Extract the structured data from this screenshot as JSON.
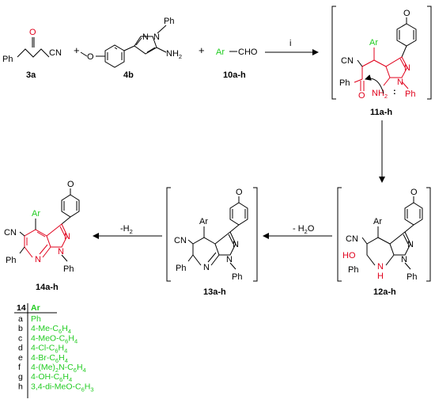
{
  "compounds": {
    "c3a": {
      "label": "3a",
      "Ph": "Ph",
      "O": "O",
      "CN": "CN"
    },
    "c4b": {
      "label": "4b",
      "Ph": "Ph",
      "N": "N",
      "NH2": "NH",
      "NH2_sub": "2",
      "O": "O"
    },
    "c10": {
      "label": "10a-h",
      "Ar": "Ar",
      "CHO": "CHO",
      "dash": "—"
    },
    "c11": {
      "label": "11a-h",
      "Ar": "Ar",
      "CN": "CN",
      "Ph": "Ph",
      "O": "O",
      "NH2": "H",
      "NH2_sub": "2",
      "NH2_N": "N",
      "N1": "N",
      "N2": "N",
      "Ph2": "Ph",
      "OMe": "O",
      "colon": ":"
    },
    "c12": {
      "label": "12a-h",
      "Ar": "Ar",
      "CN": "CN",
      "HO": "HO",
      "Ph": "Ph",
      "NH": "N",
      "H": "H",
      "N1": "N",
      "N2": "N",
      "Ph2": "Ph",
      "OMe": "O"
    },
    "c13": {
      "label": "13a-h",
      "Ar": "Ar",
      "CN": "CN",
      "Ph": "Ph",
      "N": "N",
      "N1": "N",
      "N2": "N",
      "Ph2": "Ph",
      "OMe": "O"
    },
    "c14": {
      "label": "14a-h",
      "Ar": "Ar",
      "CN": "CN",
      "Ph": "Ph",
      "N": "N",
      "N1": "N",
      "N2": "N",
      "Ph2": "Ph",
      "OMe": "O"
    }
  },
  "plus": "+",
  "reagents": {
    "step1": "i",
    "step2": "- H",
    "step2_sub": "2",
    "step2_tail": "O",
    "step3": "-H",
    "step3_sub": "2"
  },
  "table": {
    "header_num": "14",
    "header_ar": "Ar",
    "rows": [
      {
        "id": "a",
        "ar": "Ph"
      },
      {
        "id": "b",
        "ar": "4-Me-C6H4"
      },
      {
        "id": "c",
        "ar": "4-MeO-C6H4"
      },
      {
        "id": "d",
        "ar": "4-Cl-C6H4"
      },
      {
        "id": "e",
        "ar": "4-Br-C6H4"
      },
      {
        "id": "f",
        "ar": "4-(Me)2N-C6H4"
      },
      {
        "id": "g",
        "ar": "4-OH-C6H4"
      },
      {
        "id": "h",
        "ar": "3,4-di-MeO-C6H3"
      }
    ]
  },
  "colors": {
    "highlight": "#e0001b",
    "aryl": "#22cc22",
    "ink": "#000000"
  }
}
